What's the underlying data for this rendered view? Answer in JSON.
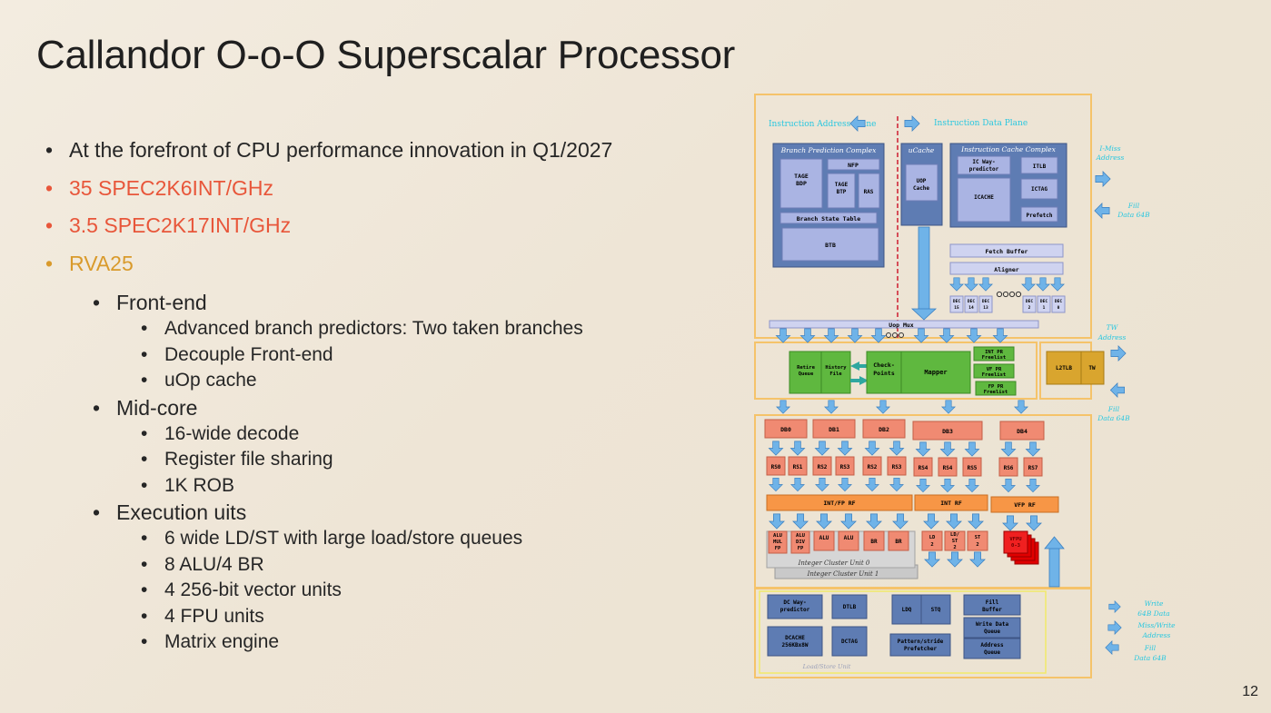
{
  "title": "Callandor O-o-O Superscalar Processor",
  "page_number": "12",
  "bullets": {
    "b1": "At the forefront of CPU performance innovation in Q1/2027",
    "b2": "35 SPEC2K6INT/GHz",
    "b3": "3.5 SPEC2K17INT/GHz",
    "b4": "RVA25",
    "frontend": {
      "label": "Front-end",
      "items": [
        "Advanced branch predictors: Two taken branches",
        "Decouple Front-end",
        "uOp cache"
      ]
    },
    "midcore": {
      "label": "Mid-core",
      "items": [
        "16-wide decode",
        "Register file sharing",
        "1K ROB"
      ]
    },
    "exec": {
      "label": "Execution uits",
      "items": [
        "6 wide LD/ST with large load/store queues",
        "8 ALU/4 BR",
        "4 256-bit vector units",
        "4 FPU units",
        "Matrix engine"
      ]
    }
  },
  "diagram": {
    "iap": "Instruction Address Plane",
    "idp": "Instruction Data Plane",
    "bpc": "Branch Prediction Complex",
    "tage": [
      "TAGE",
      "BDP"
    ],
    "nfp": "NFP",
    "tage_btp": [
      "TAGE",
      "BTP"
    ],
    "ras": "RAS",
    "bst": "Branch State Table",
    "btb": "BTB",
    "ucache_title": "uCache",
    "uop_cache": [
      "UOP",
      "Cache"
    ],
    "icc": "Instruction Cache Complex",
    "ic_way": [
      "IC Way-",
      "predictor"
    ],
    "itlb": "ITLB",
    "icache": "ICACHE",
    "ictag": "ICTAG",
    "prefetch": "Prefetch",
    "fetch_buffer": "Fetch Buffer",
    "aligner": "Aligner",
    "dec_left": [
      [
        "DEC",
        "15"
      ],
      [
        "DEC",
        "14"
      ],
      [
        "DEC",
        "13"
      ]
    ],
    "dec_right": [
      [
        "DEC",
        "2"
      ],
      [
        "DEC",
        "1"
      ],
      [
        "DEC",
        "0"
      ]
    ],
    "uop_mux": "Uop Mux",
    "retire": [
      "Retire",
      "Queue"
    ],
    "history": [
      "History",
      "File"
    ],
    "checkpoints": [
      "Check-",
      "Points"
    ],
    "mapper": "Mapper",
    "int_pr": [
      "INT PR",
      "Freelist"
    ],
    "vf_pr": [
      "VF PR",
      "Freelist"
    ],
    "fp_pr": [
      "FP PR",
      "Freelist"
    ],
    "l2tlb": "L2TLB",
    "tw": "TW",
    "db": [
      "DB0",
      "DB1",
      "DB2",
      "DB3",
      "DB4"
    ],
    "rs": [
      "RS0",
      "RS1",
      "RS2",
      "RS3",
      "RS2",
      "RS3",
      "RS4",
      "RS4",
      "RS5",
      "RS6",
      "RS7"
    ],
    "int_fp_rf": "INT/FP RF",
    "int_rf": "INT RF",
    "vfp_rf": "VFP RF",
    "alu_mul": [
      "ALU",
      "MUL",
      "FP"
    ],
    "alu_div": [
      "ALU",
      "DIV",
      "FP"
    ],
    "alu": "ALU",
    "br": "BR",
    "ld2": [
      "LD",
      "2"
    ],
    "ldst2": [
      "LD/",
      "ST",
      "2"
    ],
    "st2": [
      "ST",
      "2"
    ],
    "vfpu": [
      "VFPU",
      "0-3"
    ],
    "icu0": "Integer Cluster Unit 0",
    "icu1": "Integer Cluster Unit 1",
    "dc_way": [
      "DC Way-",
      "predictor"
    ],
    "dtlb": "DTLB",
    "ldq": "LDQ",
    "stq": "STQ",
    "fill_buffer": [
      "Fill",
      "Buffer"
    ],
    "write_data_queue": [
      "Write Data",
      "Queue"
    ],
    "dcache": [
      "DCACHE",
      "256KBx8W"
    ],
    "dctag": "DCTAG",
    "pattern": [
      "Pattern/stride",
      "Prefetcher"
    ],
    "address_queue": [
      "Address",
      "Queue"
    ],
    "lsu": "Load/Store Unit",
    "imiss": [
      "I-Miss",
      "Address"
    ],
    "fill64": [
      "Fill",
      "Data 64B"
    ],
    "tw_addr": [
      "TW",
      "Address"
    ],
    "fill_data": [
      "Fill",
      "Data 64B"
    ],
    "write64": [
      "Write",
      "64B Data"
    ],
    "miss_write": [
      "Miss/Write",
      "Address"
    ],
    "fill64b": [
      "Fill",
      "Data 64B"
    ]
  },
  "colors": {
    "accent_red": "#e8563a",
    "accent_gold": "#d99a2b",
    "diagram_blue": "#5e7cb3",
    "diagram_green": "#5fb83f",
    "diagram_salmon": "#f08a72",
    "diagram_orange": "#f79646",
    "arrow_blue": "#6fb3e8",
    "cyan_label": "#29c7e0"
  }
}
